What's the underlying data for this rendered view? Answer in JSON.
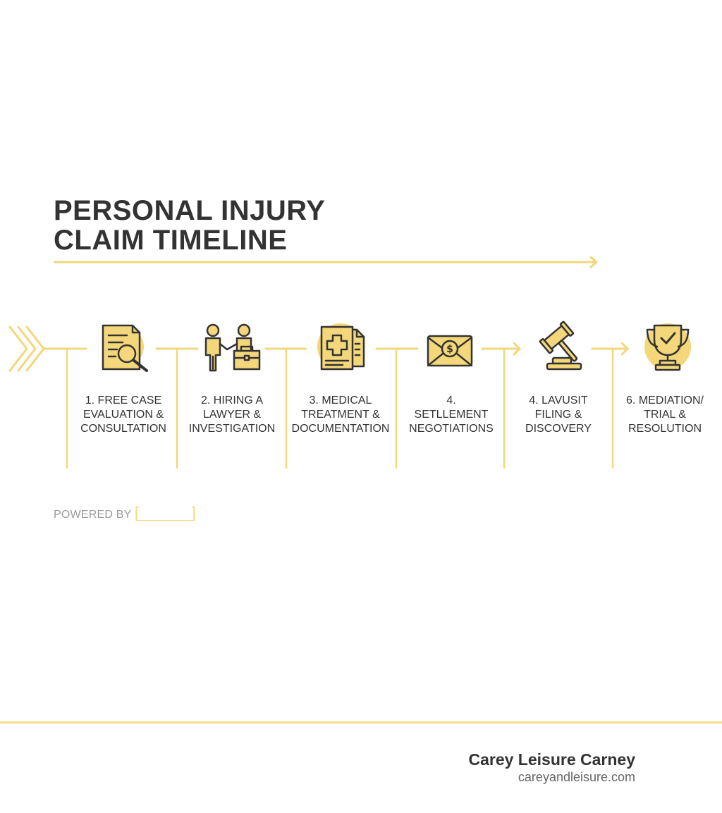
{
  "title": {
    "line1": "PERSONAL INJURY",
    "line2": "CLAIM TIMELINE"
  },
  "colors": {
    "accent": "#F2D77B",
    "accent_line": "#F5E08A",
    "icon_fill": "#F3D77A",
    "text": "#333333"
  },
  "steps": [
    {
      "icon": "document-search-icon",
      "lines": [
        "1. FREE CASE",
        "EVALUATION &",
        "CONSULTATION"
      ]
    },
    {
      "icon": "handshake-lawyer-icon",
      "lines": [
        "2. HIRING A",
        "LAWYER &",
        "INVESTIGATION"
      ]
    },
    {
      "icon": "medical-record-icon",
      "lines": [
        "3. MEDICAL",
        "TREATMENT &",
        "DOCUMENTATION"
      ]
    },
    {
      "icon": "money-envelope-icon",
      "lines": [
        "4.",
        "SETLLEMENT",
        "NEGOTIATIONS"
      ]
    },
    {
      "icon": "gavel-icon",
      "lines": [
        "4. LAVUSIT",
        "FILING &",
        "DISCOVERY"
      ]
    },
    {
      "icon": "trophy-icon",
      "lines": [
        "6. MEDIATION/",
        "TRIAL &",
        "RESOLUTION"
      ]
    }
  ],
  "powered_by": {
    "label": "POWERED BY",
    "placeholder": "[______]"
  },
  "brand": {
    "name": "Carey Leisure Carney",
    "url": "careyandleisure.com"
  }
}
